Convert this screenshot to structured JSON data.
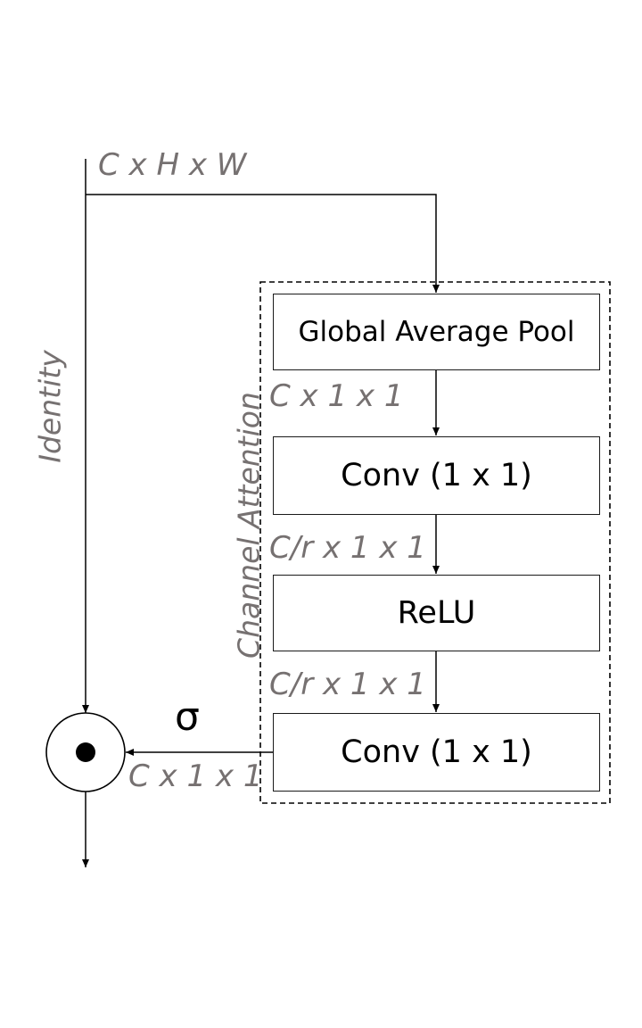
{
  "input_dims": "C x H x W",
  "identity_label": "Identity",
  "attention_label": "Channel Attention",
  "blocks": {
    "gap": "Global Average Pool",
    "conv1": "Conv (1 x 1)",
    "relu": "ReLU",
    "conv2": "Conv (1 x 1)"
  },
  "dims": {
    "after_gap": "C x 1 x 1",
    "after_conv1": "C/r x 1 x 1",
    "after_relu": "C/r x 1 x 1",
    "after_conv2": "C x 1 x 1"
  },
  "sigma": "σ",
  "colors": {
    "dim_text": "#767171",
    "line": "#000000"
  }
}
